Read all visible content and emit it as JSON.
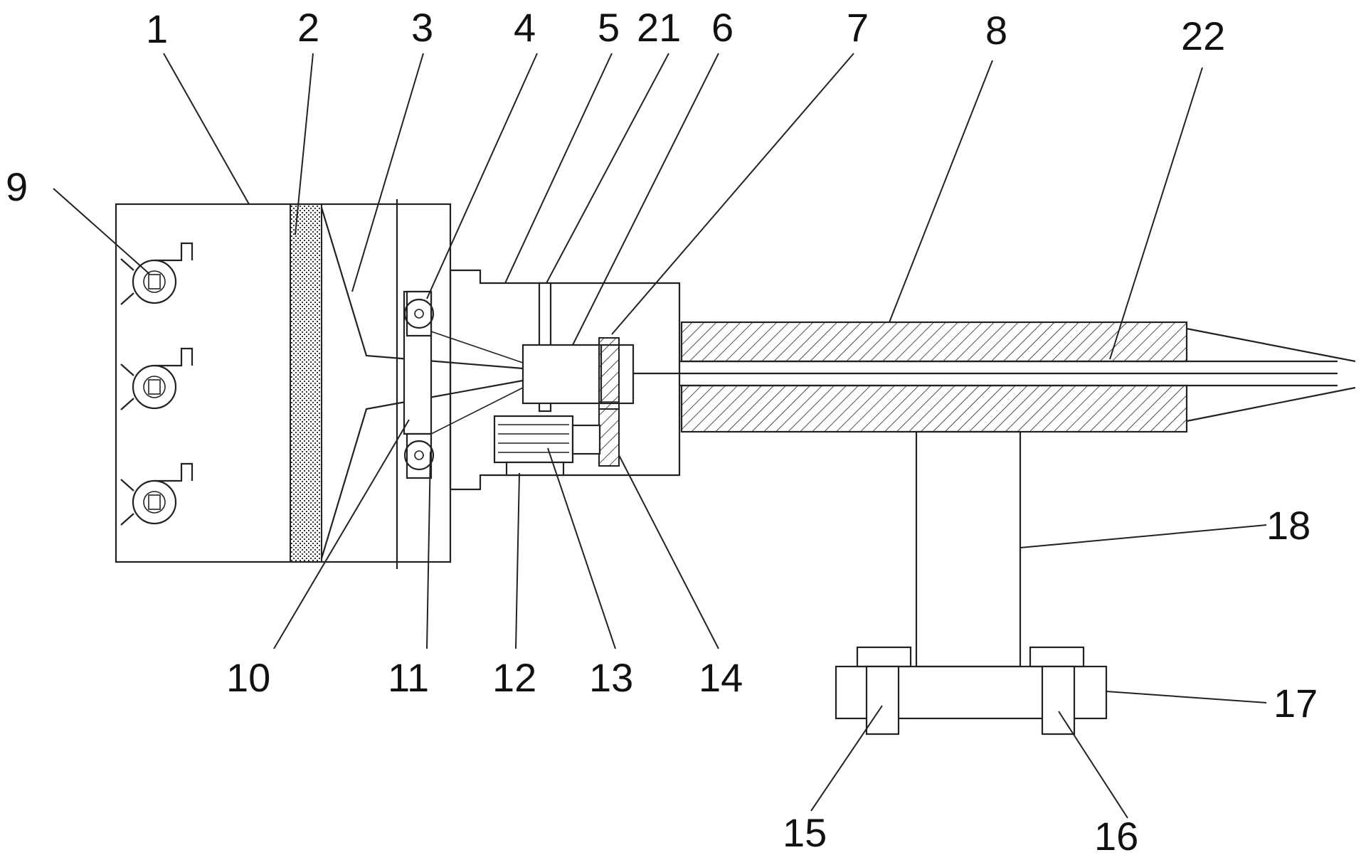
{
  "figure": {
    "reference_labels": [
      "1",
      "2",
      "3",
      "4",
      "5",
      "21",
      "6",
      "7",
      "8",
      "22",
      "9",
      "10",
      "11",
      "12",
      "13",
      "14",
      "15",
      "16",
      "17",
      "18"
    ]
  }
}
